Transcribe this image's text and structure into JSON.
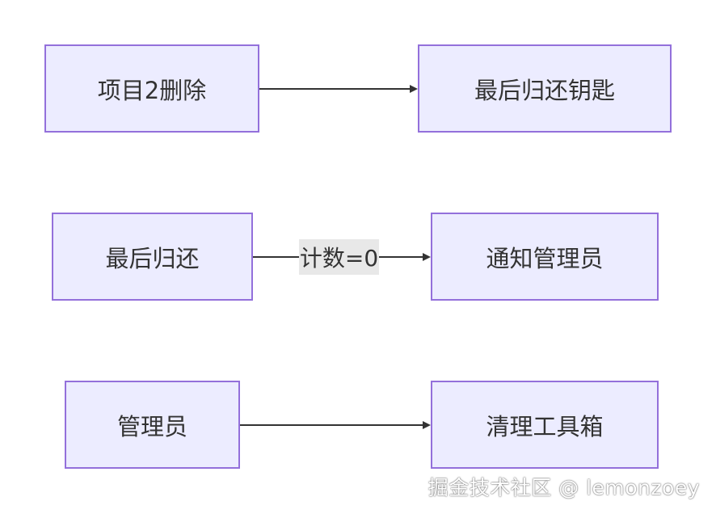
{
  "nodes": {
    "n1": "项目2删除",
    "n2": "最后归还钥匙",
    "n3": "最后归还",
    "n4": "通知管理员",
    "n5": "管理员",
    "n6": "清理工具箱"
  },
  "edges": {
    "e2_label": "计数=0"
  },
  "watermark": "掘金技术社区 @ lemonzoey"
}
